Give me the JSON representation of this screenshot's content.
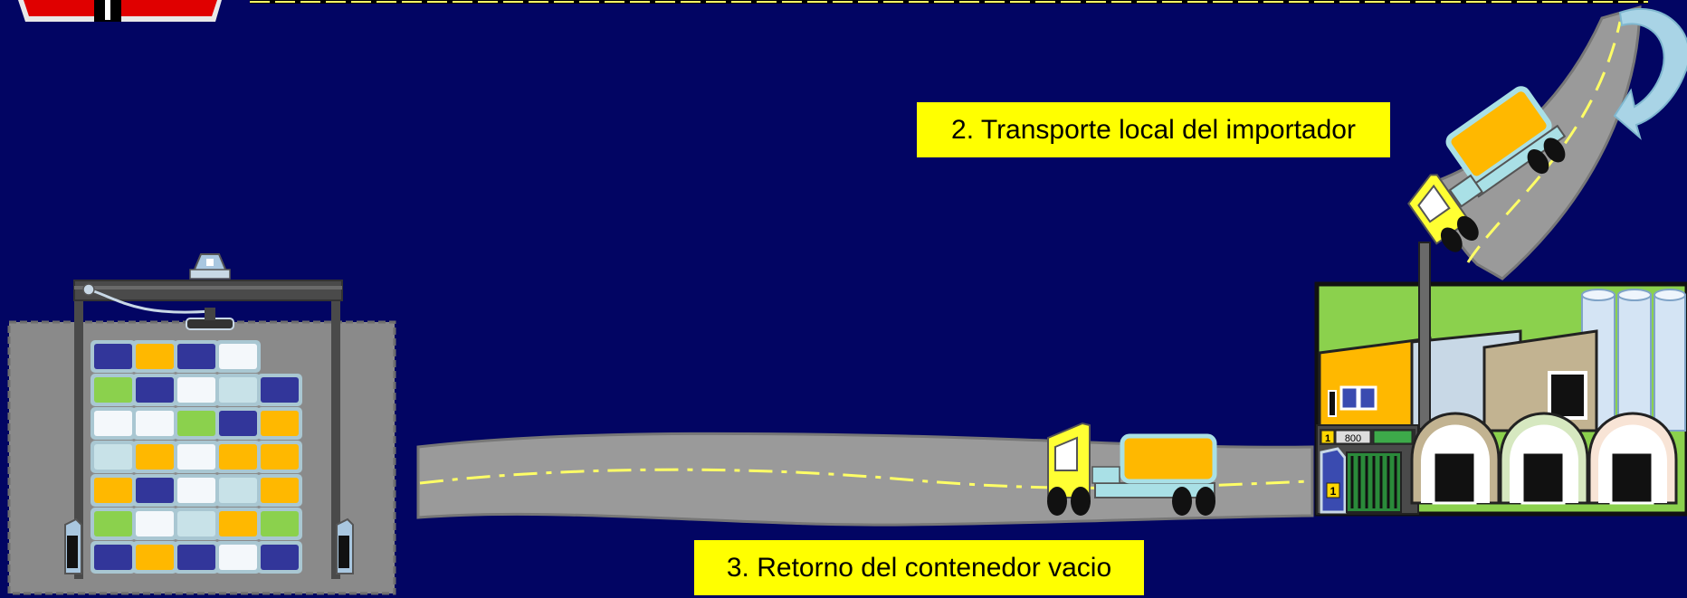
{
  "labels": {
    "step2": "2. Transporte local del importador",
    "step3": "3. Retorno del contenedor vacio"
  },
  "factory_signs": {
    "sign_a": "1",
    "sign_b": "800",
    "sign_c": "1"
  },
  "colors": {
    "background": "#020563",
    "label_bg": "#FFFF00",
    "road": "#9A9A9A",
    "road_line": "#FFFF66",
    "container_yellow": "#FFB800",
    "truck_cab": "#FFFF33",
    "factory_grass": "#8BD14D",
    "yard_gray": "#8A8A8A"
  },
  "icons": {
    "port_icon": "container-yard-with-gantry-crane",
    "factory_icon": "factory-with-silos",
    "truck_icon": "container-truck",
    "road_icon": "road",
    "return_arrow_icon": "curved-arrow"
  }
}
